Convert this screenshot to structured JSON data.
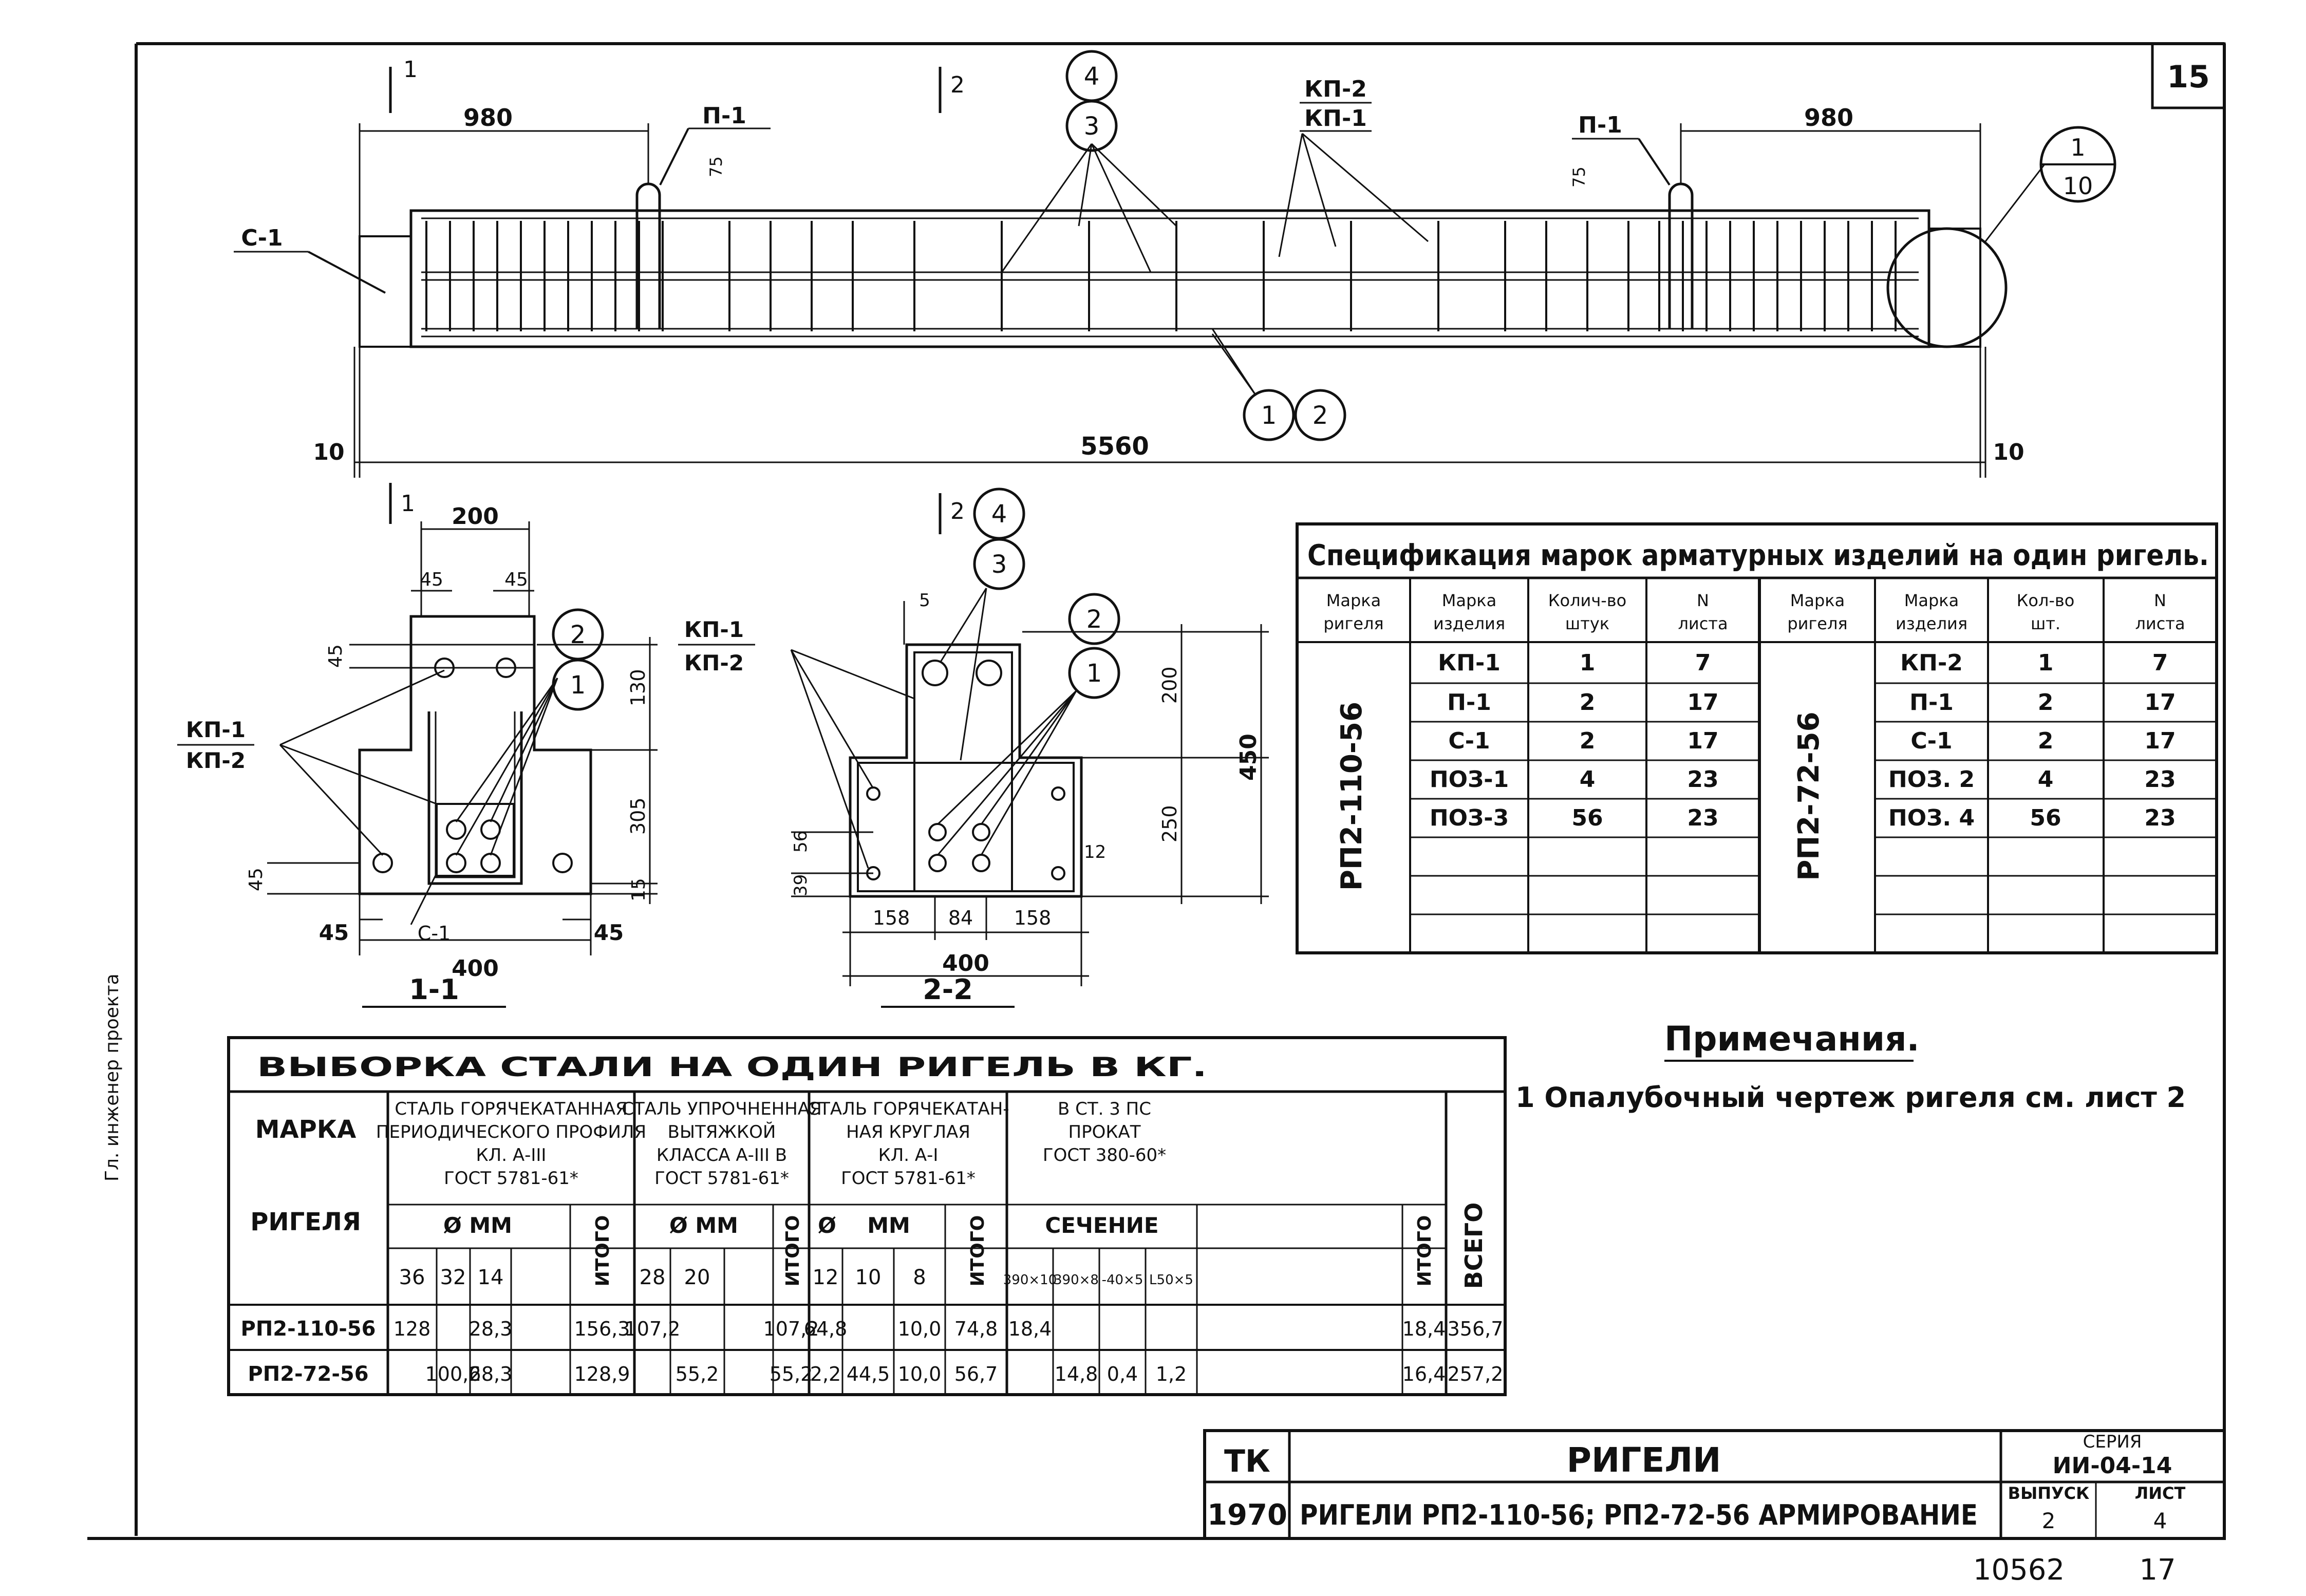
{
  "sheet": {
    "number": "15",
    "bottom_number": "17",
    "inventory_number": "10562",
    "main_dim_left": "980",
    "main_dim_right": "980",
    "main_dim_total": "5560",
    "end_gap_left": "10",
    "end_gap_right": "10",
    "lift_offset": "75",
    "cut_mark_1": "1",
    "cut_mark_2": "2",
    "detail_ref_top": "1",
    "detail_ref_bottom": "10",
    "label_p1": "П-1",
    "label_kp2": "КП-2",
    "label_kp1": "КП-1",
    "label_s1": "С-1",
    "pos": [
      "1",
      "2",
      "3",
      "4"
    ]
  },
  "section_1": {
    "title": "1-1",
    "width": "200",
    "left_pitch": "45",
    "right_pitch": "45",
    "top_pitch": "45",
    "h_top": "130",
    "h_mid": "305",
    "h_bot": "15",
    "bot_pitch": "45",
    "side_left": "45",
    "side_right": "45",
    "total_width": "400",
    "label_kp1": "КП-1",
    "label_kp2": "КП-2",
    "label_s1": "С-1"
  },
  "section_2": {
    "title": "2-2",
    "top_offset": "5",
    "h_top": "200",
    "h_total": "450",
    "h_bot": "250",
    "dim_39": "39",
    "dim_56": "56",
    "dim_12": "12",
    "w_left": "158",
    "w_mid": "84",
    "w_right": "158",
    "total_width": "400",
    "label_kp1": "КП-1",
    "label_kp2": "КП-2"
  },
  "spec": {
    "title": "Спецификация марок арматурных изделий на один ригель.",
    "headers": [
      "Марка ригеля",
      "Марка изделия",
      "Колич-во штук",
      "N листа",
      "Марка ригеля",
      "Марка изделия",
      "Кол-во шт.",
      "N листа"
    ],
    "left_mark": "РП2-110-56",
    "right_mark": "РП2-72-56",
    "left_rows": [
      [
        "КП-1",
        "1",
        "7"
      ],
      [
        "П-1",
        "2",
        "17"
      ],
      [
        "С-1",
        "2",
        "17"
      ],
      [
        "ПОЗ-1",
        "4",
        "23"
      ],
      [
        "ПОЗ-3",
        "56",
        "23"
      ]
    ],
    "right_rows": [
      [
        "КП-2",
        "1",
        "7"
      ],
      [
        "П-1",
        "2",
        "17"
      ],
      [
        "С-1",
        "2",
        "17"
      ],
      [
        "ПОЗ. 2",
        "4",
        "23"
      ],
      [
        "ПОЗ. 4",
        "56",
        "23"
      ]
    ]
  },
  "notes": {
    "title": "Примечания.",
    "text": "1 Опалубочный чертеж ригеля см. лист 2"
  },
  "steel": {
    "title": "ВЫБОРКА СТАЛИ НА ОДИН РИГЕЛЬ В КГ.",
    "mark_header_1": "МАРКА",
    "mark_header_2": "РИГЕЛЯ",
    "group1": [
      "СТАЛЬ ГОРЯЧЕКАТАННАЯ",
      "ПЕРИОДИЧЕСКОГО ПРОФИЛЯ",
      "КЛ. А-III",
      "ГОСТ 5781-61*"
    ],
    "group2": [
      "СТАЛЬ УПРОЧНЕННАЯ",
      "ВЫТЯЖКОЙ",
      "КЛАССА А-III В",
      "ГОСТ 5781-61*"
    ],
    "group3": [
      "СТАЛЬ ГОРЯЧЕКАТАН-",
      "НАЯ КРУГЛАЯ",
      "КЛ. А-I",
      "ГОСТ 5781-61*"
    ],
    "group4": [
      "В СТ. 3 ПС",
      "ПРОКАТ",
      "ГОСТ 380-60*"
    ],
    "diam_mm": "Ø ММ",
    "diam": "Ø",
    "mm": "ММ",
    "section_word": "СЕЧЕНИЕ",
    "itogo": "ИТОГО",
    "vsego": "ВСЕГО",
    "sub_headers": [
      "36",
      "32",
      "14",
      "",
      "28",
      "20",
      "",
      "12",
      "10",
      "8",
      "390×10",
      "390×8",
      "-40×5",
      "L50×5"
    ],
    "rows": [
      [
        "РП2-110-56",
        "128",
        "",
        "28,3",
        "",
        "156,3",
        "107,2",
        "",
        "107,2",
        "64,8",
        "",
        "10,0",
        "74,8",
        "18,4",
        "",
        "",
        "",
        "18,4",
        "356,7"
      ],
      [
        "РП2-72-56",
        "",
        "100,6",
        "28,3",
        "",
        "128,9",
        "",
        "55,2",
        "55,2",
        "2,2",
        "44,5",
        "10,0",
        "56,7",
        "",
        "14,8",
        "0,4",
        "1,2",
        "16,4",
        "257,2"
      ]
    ]
  },
  "title_block": {
    "org": "ТК",
    "year": "1970",
    "title": "РИГЕЛИ",
    "subtitle": "РИГЕЛИ РП2-110-56; РП2-72-56 АРМИРОВАНИЕ",
    "series_label": "СЕРИЯ",
    "series_value": "ИИ-04-14",
    "issue_label": "ВЫПУСК",
    "issue_value": "2",
    "sheet_label": "ЛИСТ",
    "sheet_value": "4"
  },
  "margin_text": "Гл. инженер проекта"
}
